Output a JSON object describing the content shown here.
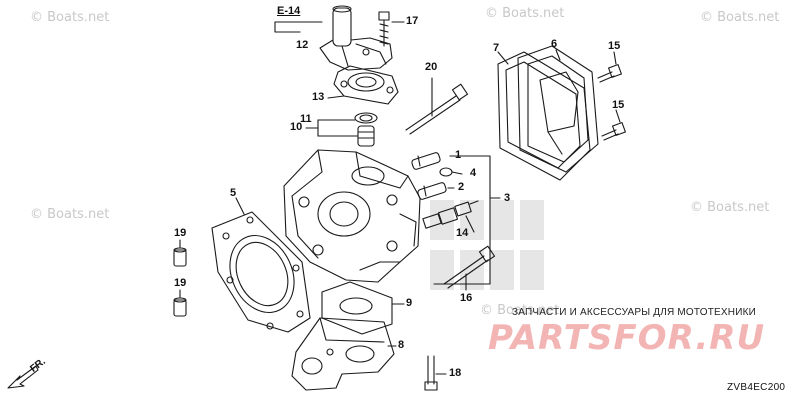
{
  "watermarks": [
    "© Boats.net",
    "© Boats.net",
    "© Boats.net",
    "© Boats.net",
    "© Boats.net",
    "© Boats.net"
  ],
  "section_ref": "E-14",
  "callouts": {
    "c1": "1",
    "c2": "2",
    "c3": "3",
    "c4": "4",
    "c5": "5",
    "c6": "6",
    "c7": "7",
    "c8": "8",
    "c9": "9",
    "c10": "10",
    "c11": "11",
    "c12": "12",
    "c13": "13",
    "c14": "14",
    "c15a": "15",
    "c15b": "15",
    "c16": "16",
    "c17": "17",
    "c18": "18",
    "c19a": "19",
    "c19b": "19",
    "c20": "20"
  },
  "front_label": "FR.",
  "diagram_code": "ZVB4EC200",
  "shop_banner": {
    "ru_text": "ЗАПЧАСТИ И АКСЕССУАРЫ ДЛЯ МОТОТЕХНИКИ",
    "logo": "PARTSFOR.RU"
  },
  "colors": {
    "line": "#1a1a1a",
    "watermark": "#c8c8c8",
    "logo": "#f3b4b4"
  }
}
